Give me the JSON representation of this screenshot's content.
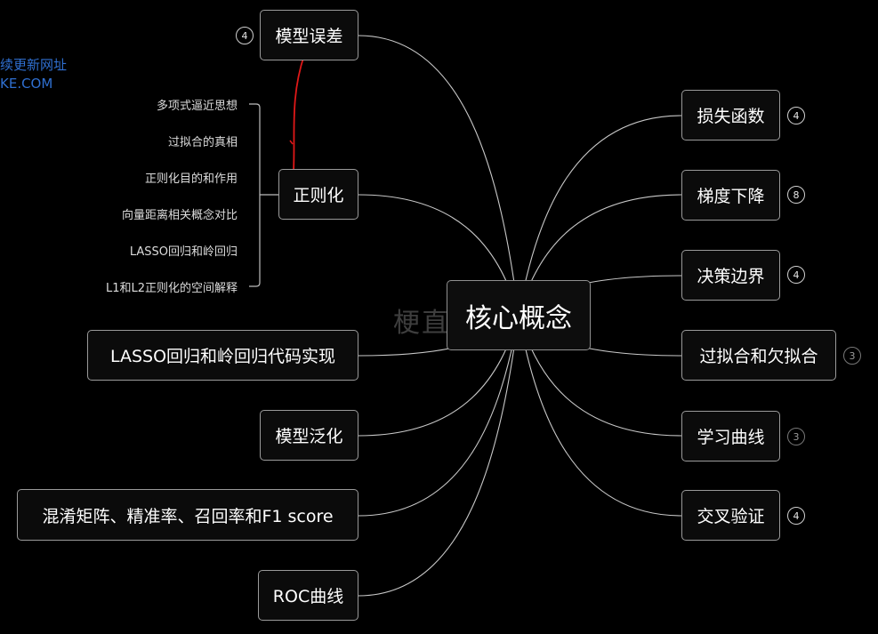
{
  "center": {
    "label": "核心概念"
  },
  "watermark": "梗直哥",
  "site": {
    "line1": "续更新网址",
    "line2": "KE.COM"
  },
  "left_nodes": [
    {
      "label": "模型误差",
      "badge": "4"
    },
    {
      "label": "正则化"
    },
    {
      "label": "LASSO回归和岭回归代码实现"
    },
    {
      "label": "模型泛化"
    },
    {
      "label": "混淆矩阵、精准率、召回率和F1 score"
    },
    {
      "label": "ROC曲线"
    }
  ],
  "regularization_subitems": [
    "多项式逼近思想",
    "过拟合的真相",
    "正则化目的和作用",
    "向量距离相关概念对比",
    "LASSO回归和岭回归",
    "L1和L2正则化的空间解释"
  ],
  "right_nodes": [
    {
      "label": "损失函数",
      "badge": "4"
    },
    {
      "label": "梯度下降",
      "badge": "8"
    },
    {
      "label": "决策边界",
      "badge": "4"
    },
    {
      "label": "过拟合和欠拟合",
      "badge": "3"
    },
    {
      "label": "学习曲线",
      "badge": "3"
    },
    {
      "label": "交叉验证",
      "badge": "4"
    }
  ],
  "colors": {
    "background": "#000000",
    "line": "#c8c8c8",
    "annotation": "#e01818"
  }
}
